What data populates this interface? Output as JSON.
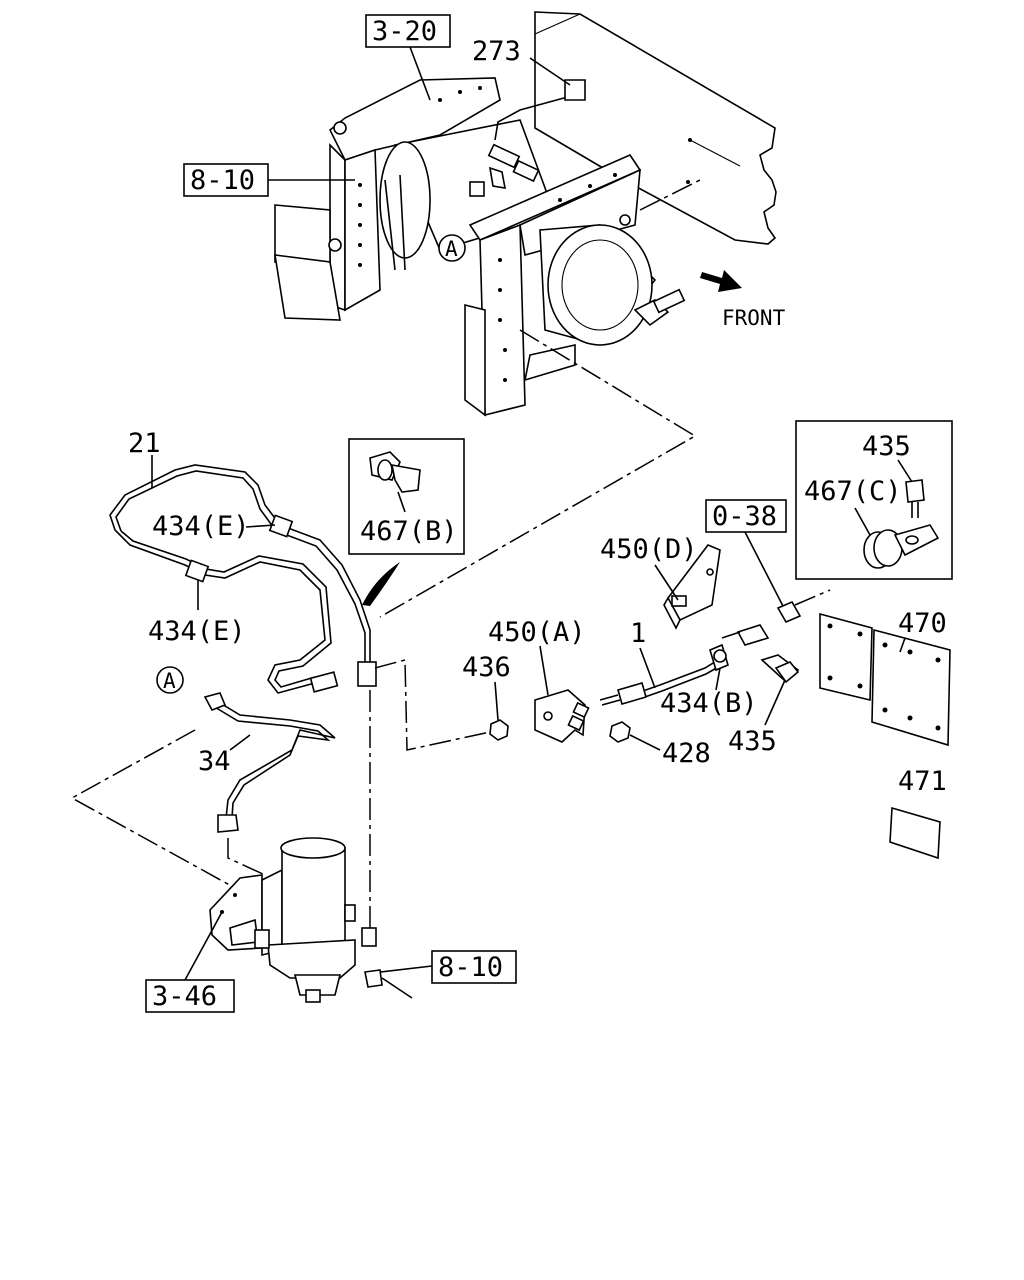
{
  "callouts": {
    "ref_3_20": "3-20",
    "ref_8_10_top": "8-10",
    "ref_0_38": "0-38",
    "ref_3_46": "3-46",
    "ref_8_10_bottom": "8-10",
    "p273": "273",
    "p21": "21",
    "p434e_1": "434(E)",
    "p434e_2": "434(E)",
    "p467b": "467(B)",
    "p435_inset": "435",
    "p467c": "467(C)",
    "p450d": "450(D)",
    "p450a": "450(A)",
    "p1": "1",
    "p436": "436",
    "p434b": "434(B)",
    "p428": "428",
    "p435": "435",
    "p470": "470",
    "p471": "471",
    "p34": "34",
    "marker_a_top": "A",
    "marker_a_bottom": "A",
    "front": "FRONT"
  }
}
